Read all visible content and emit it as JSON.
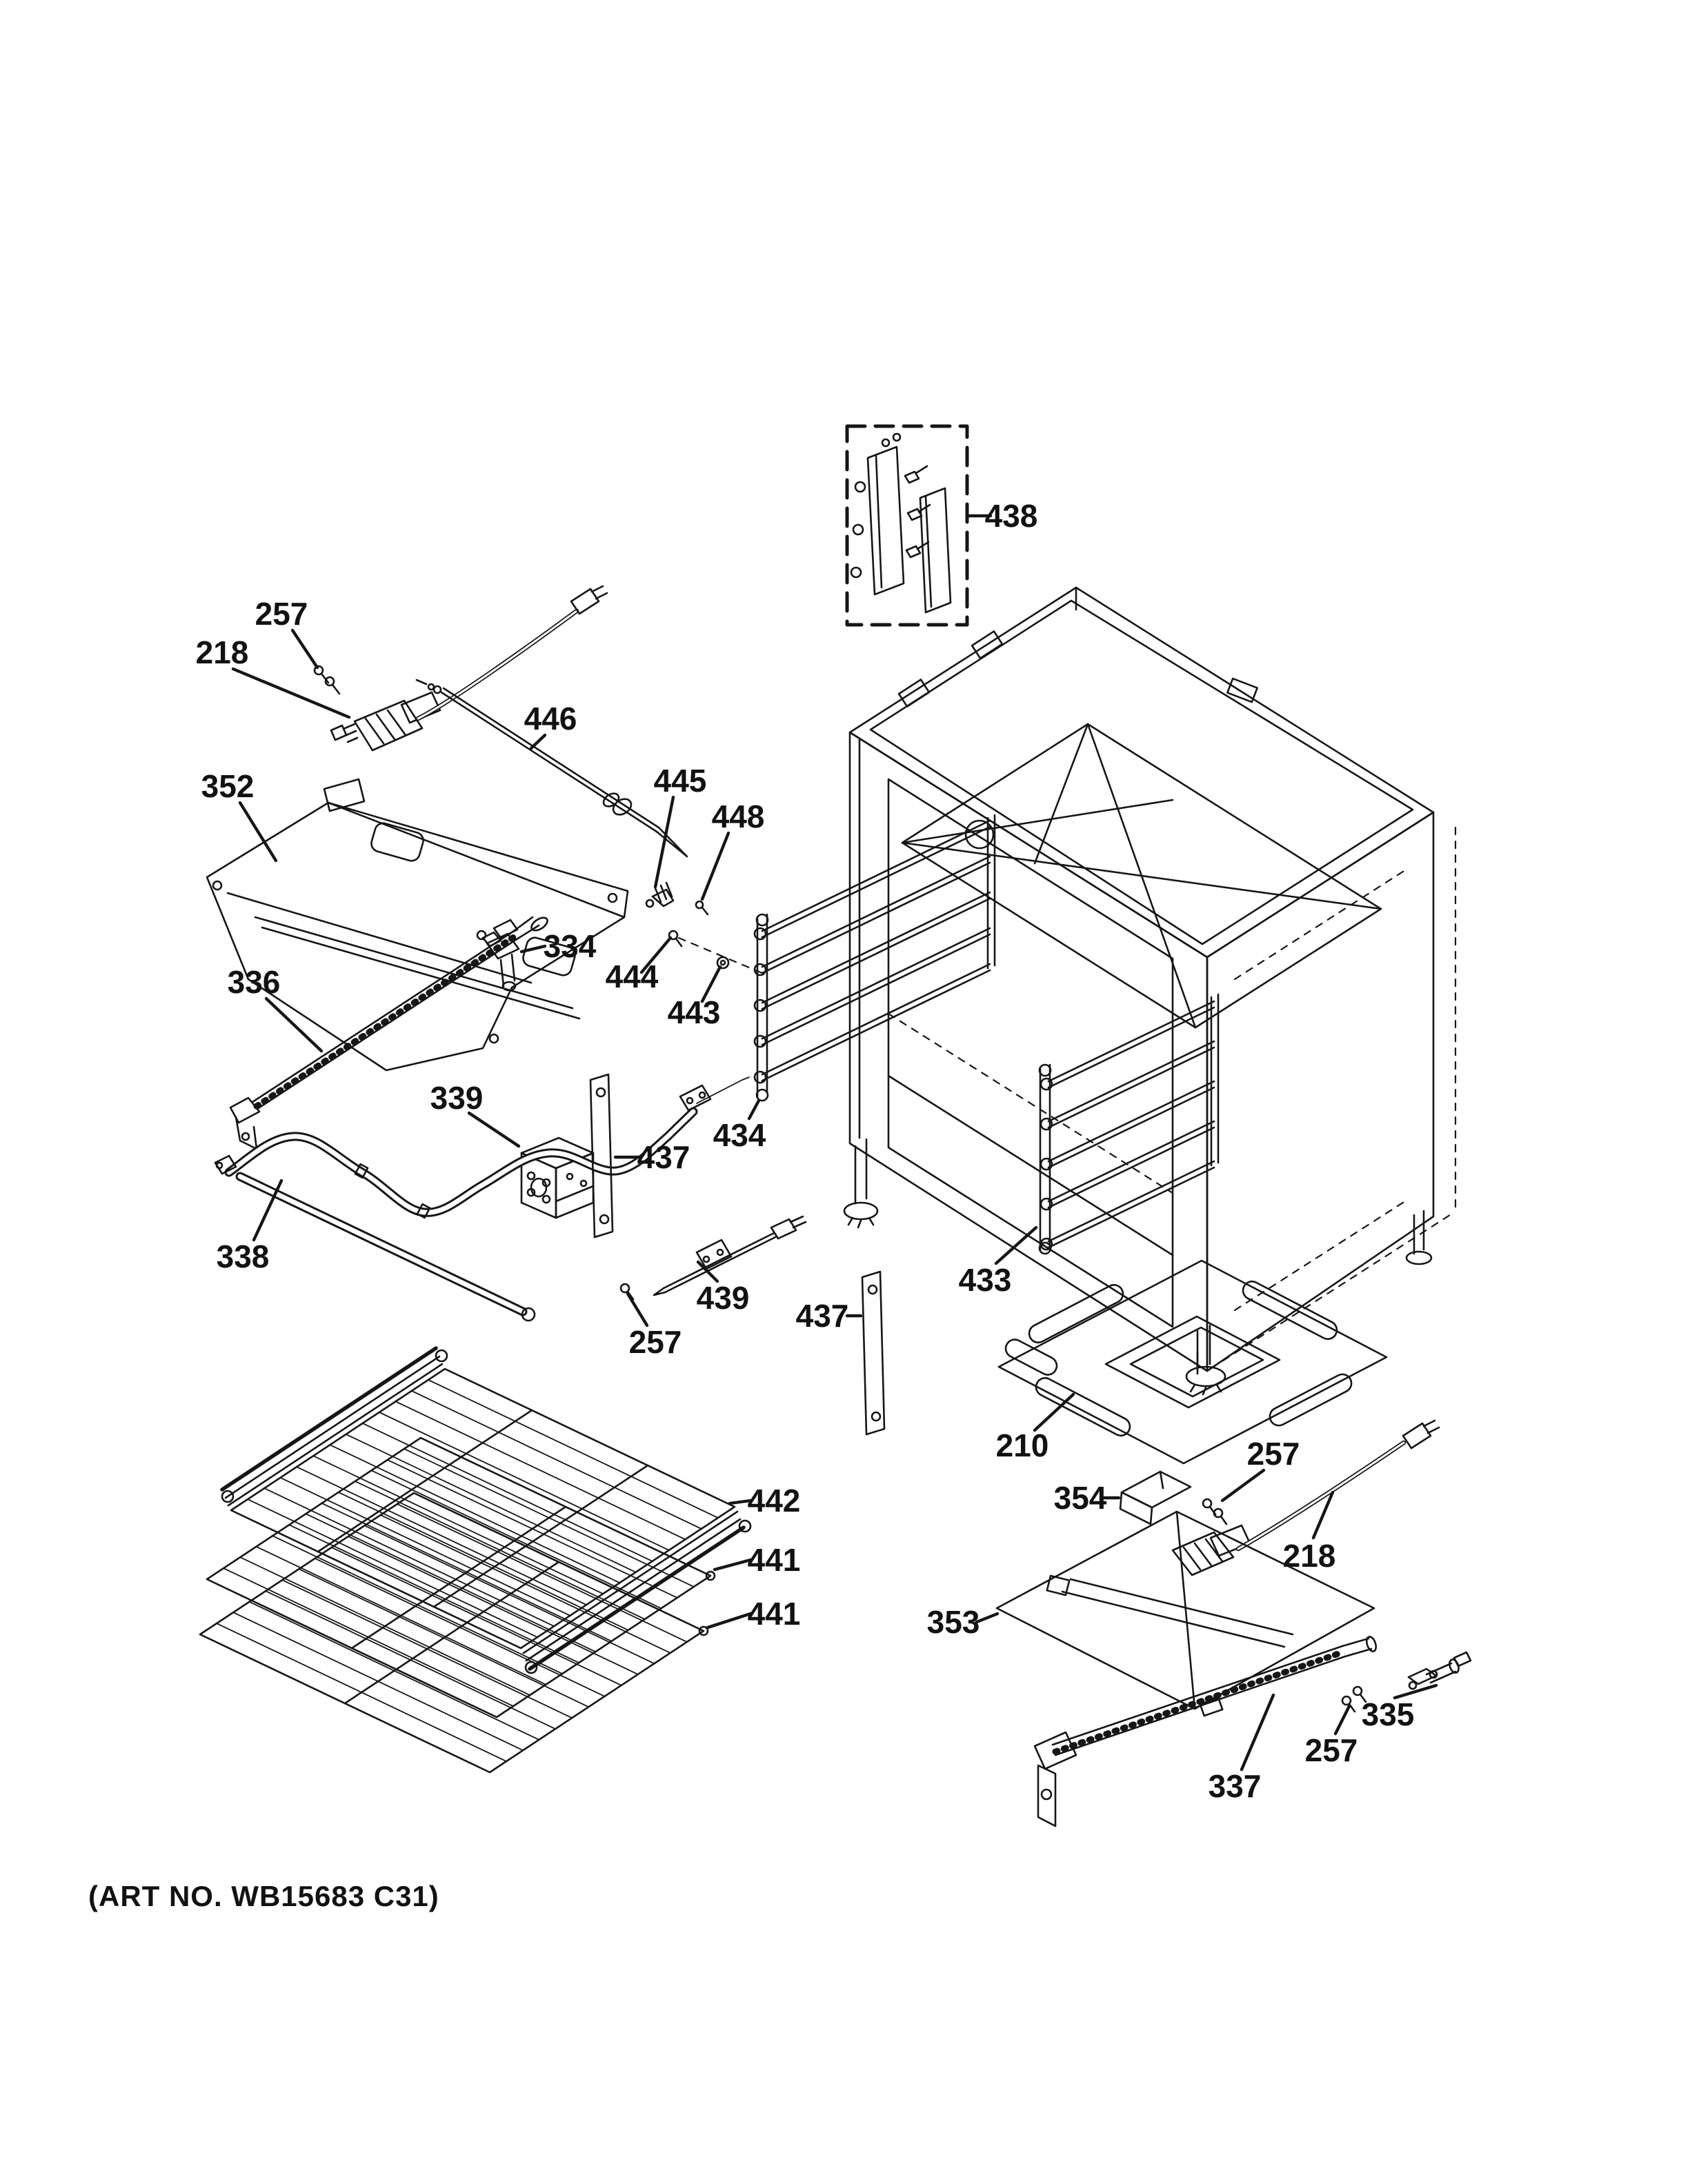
{
  "figure": {
    "art_no": "(ART NO. WB15683 C31)"
  },
  "callouts": [
    {
      "id": "c438",
      "text": "438"
    },
    {
      "id": "c257-top",
      "text": "257"
    },
    {
      "id": "c218-top",
      "text": "218"
    },
    {
      "id": "c446",
      "text": "446"
    },
    {
      "id": "c445",
      "text": "445"
    },
    {
      "id": "c448",
      "text": "448"
    },
    {
      "id": "c352",
      "text": "352"
    },
    {
      "id": "c334",
      "text": "334"
    },
    {
      "id": "c336",
      "text": "336"
    },
    {
      "id": "c444",
      "text": "444"
    },
    {
      "id": "c443",
      "text": "443"
    },
    {
      "id": "c339",
      "text": "339"
    },
    {
      "id": "c437-upper",
      "text": "437"
    },
    {
      "id": "c434",
      "text": "434"
    },
    {
      "id": "c338",
      "text": "338"
    },
    {
      "id": "c433",
      "text": "433"
    },
    {
      "id": "c439",
      "text": "439"
    },
    {
      "id": "c257-mid",
      "text": "257"
    },
    {
      "id": "c437-lower",
      "text": "437"
    },
    {
      "id": "c210",
      "text": "210"
    },
    {
      "id": "c257-right",
      "text": "257"
    },
    {
      "id": "c354",
      "text": "354"
    },
    {
      "id": "c218-right",
      "text": "218"
    },
    {
      "id": "c442",
      "text": "442"
    },
    {
      "id": "c441-upper",
      "text": "441"
    },
    {
      "id": "c441-lower",
      "text": "441"
    },
    {
      "id": "c353",
      "text": "353"
    },
    {
      "id": "c335",
      "text": "335"
    },
    {
      "id": "c257-bottom",
      "text": "257"
    },
    {
      "id": "c337",
      "text": "337"
    }
  ]
}
